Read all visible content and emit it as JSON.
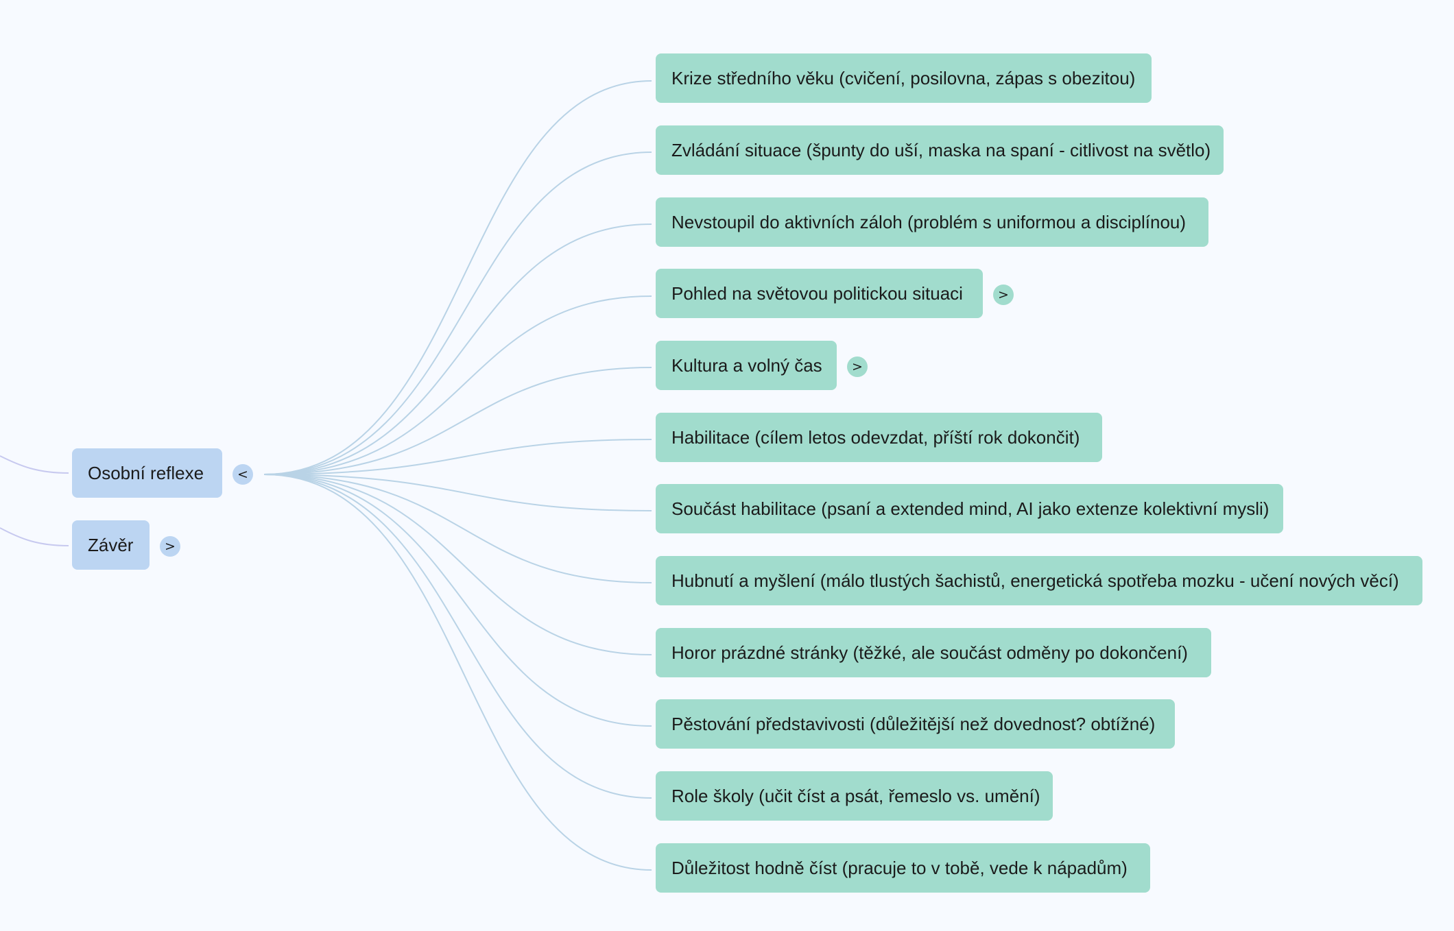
{
  "mindmap": {
    "colors": {
      "background": "#f7faff",
      "parent_node": "#bcd5f2",
      "child_node": "#a1dccd",
      "edge_child": "#b9d3e6",
      "edge_parent": "#c7c9ef"
    },
    "parents": [
      {
        "label": "Osobní reflexe",
        "toggle": "<",
        "expanded": true
      },
      {
        "label": "Závěr",
        "toggle": ">",
        "expanded": false
      }
    ],
    "children": [
      {
        "label": "Krize středního věku (cvičení, posilovna, zápas s obezitou)"
      },
      {
        "label": "Zvládání situace (špunty do uší, maska na spaní - citlivost na světlo)"
      },
      {
        "label": "Nevstoupil do aktivních záloh (problém s uniformou a disciplínou)"
      },
      {
        "label": "Pohled na světovou politickou situaci",
        "toggle": ">"
      },
      {
        "label": "Kultura a volný čas",
        "toggle": ">"
      },
      {
        "label": "Habilitace (cílem letos odevzdat, příští rok dokončit)"
      },
      {
        "label": "Součást habilitace (psaní a extended mind, AI jako extenze kolektivní mysli)"
      },
      {
        "label": "Hubnutí a myšlení (málo tlustých šachistů, energetická spotřeba mozku - učení nových věcí)"
      },
      {
        "label": "Horor prázdné stránky (těžké, ale součást odměny po dokončení)"
      },
      {
        "label": "Pěstování představivosti (důležitější než dovednost? obtížné)"
      },
      {
        "label": "Role školy (učit číst a psát, řemeslo vs. umění)"
      },
      {
        "label": "Důležitost hodně číst (pracuje to v tobě, vede k nápadům)"
      }
    ]
  }
}
